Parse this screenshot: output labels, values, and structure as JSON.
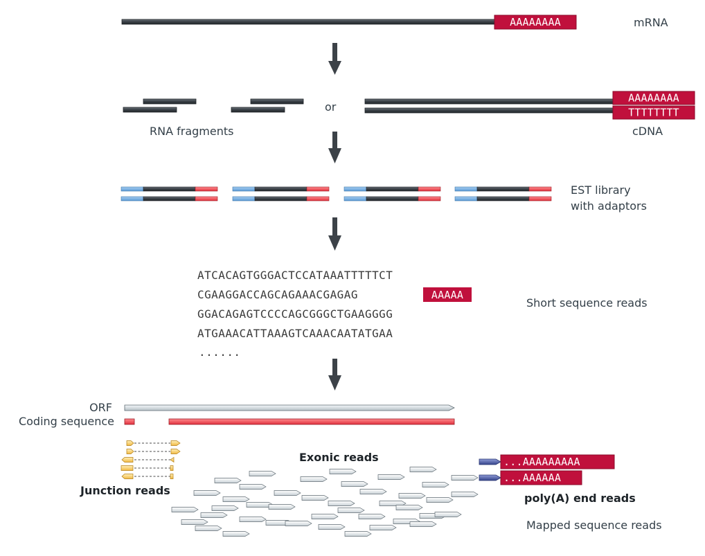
{
  "labels": {
    "mrna": "mRNA",
    "or": "or",
    "rna_fragments": "RNA fragments",
    "cdna": "cDNA",
    "est_library_line1": "EST library",
    "est_library_line2": "with adaptors",
    "short_reads": "Short sequence reads",
    "orf": "ORF",
    "coding_sequence": "Coding sequence",
    "exonic_reads": "Exonic reads",
    "junction_reads": "Junction reads",
    "polya_end_reads": "poly(A) end reads",
    "mapped_reads": "Mapped sequence reads"
  },
  "tails": {
    "mrna_polya": "AAAAAAAA",
    "cdna_polya": "AAAAAAAA",
    "cdna_polyt": "TTTTTTTT",
    "polya_read1": "...AAAAAAAAA",
    "polya_read2": "...AAAAAA"
  },
  "sequences": {
    "line1": "ATCACAGTGGGACTCCATAAATTTTTCT",
    "line2_prefix": "CGAAGGACCAGCAGAAACGAGAG",
    "line2_tail": "AAAAA",
    "line3": "GGACAGAGTCCCCAGCGGGCTGAAGGGG",
    "line4": "ATGAAACATTAAAGTCAAACAATATGAA",
    "ellipsis": "......"
  },
  "colors": {
    "strand_dark": "#3c4248",
    "polya_red": "#c0103c",
    "adaptor_blue": "#66a8e0",
    "adaptor_red": "#f0404c",
    "coding_red": "#e8383e",
    "orf_grey": "#cdd6db",
    "read_grey": "#dfe4e8",
    "junction_yellow": "#f8cf6c",
    "polya_read_blue": "#3e4f96",
    "arrow": "#3c4248"
  }
}
